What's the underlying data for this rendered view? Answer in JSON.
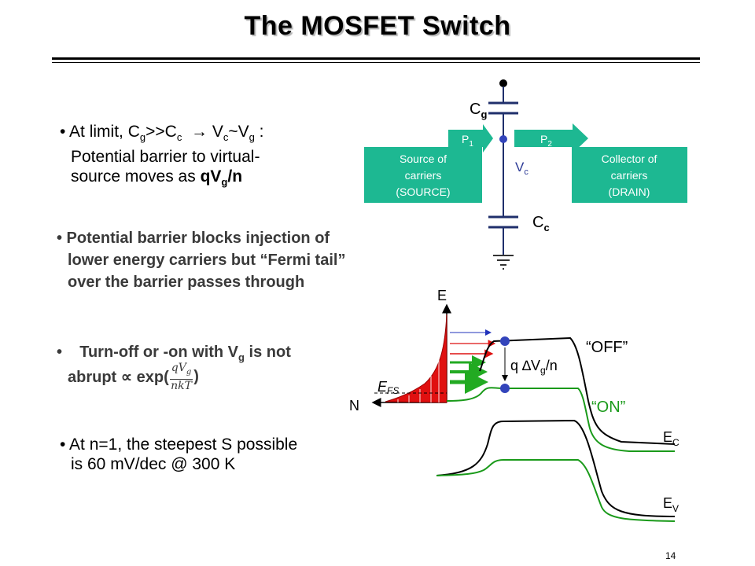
{
  "slide": {
    "title": "The MOSFET Switch",
    "page_number": "14"
  },
  "bullets": {
    "b1": {
      "l1_a": "• At limit, C",
      "l1_sub1": "g",
      "l1_b": ">>C",
      "l1_sub2": "c",
      "l1_c": "  → V",
      "l1_sub3": "c",
      "l1_d": "~V",
      "l1_sub4": "g",
      "l1_e": " :",
      "l2": "Potential barrier to virtual-",
      "l3_a": "source moves as ",
      "l3_b": "qV",
      "l3_sub": "g",
      "l3_c": "/n"
    },
    "b2": {
      "l1": "• Potential barrier blocks injection of",
      "l2": "lower energy carriers but “Fermi tail”",
      "l3": "over the barrier passes through"
    },
    "b3": {
      "l1_a": "•    Turn-off or -on with V",
      "l1_sub": "g",
      "l1_b": " is not",
      "l2_a": "abrupt ∝ exp(",
      "frac_num": "qV",
      "frac_num_sub": "g",
      "frac_den": "nkT",
      "l2_b": ")"
    },
    "b4": {
      "l1": "• At n=1, the steepest S possible",
      "l2": "is 60 mV/dec @ 300 K"
    }
  },
  "circuit": {
    "cg_label": "C",
    "cg_sub": "g",
    "cc_label": "C",
    "cc_sub": "c",
    "vc_label": "V",
    "vc_sub": "c",
    "p1_label": "P",
    "p1_sub": "1",
    "p2_label": "P",
    "p2_sub": "2",
    "source_box": [
      "Source of",
      "carriers",
      "(SOURCE)"
    ],
    "drain_box": [
      "Collector of",
      "carriers",
      "(DRAIN)"
    ],
    "box_color": "#1db892",
    "node_color": "#3344bb",
    "wire_color": "#1f2f6b"
  },
  "band_diagram": {
    "e_axis": "E",
    "n_axis": "N",
    "efs_label": "E",
    "efs_sub": "FS",
    "off_label": "“OFF”",
    "on_label": "“ON”",
    "delta_label_a": "q ∆V",
    "delta_sub": "g",
    "delta_label_b": "/n",
    "ec_label": "E",
    "ec_sub": "C",
    "ev_label": "E",
    "ev_sub": "V",
    "off_color": "#000000",
    "on_color": "#1a9a1a",
    "fermi_fill": "#e01010",
    "arrow_blue": "#2233bb",
    "arrow_red": "#dd1111",
    "arrow_green": "#22aa22"
  }
}
